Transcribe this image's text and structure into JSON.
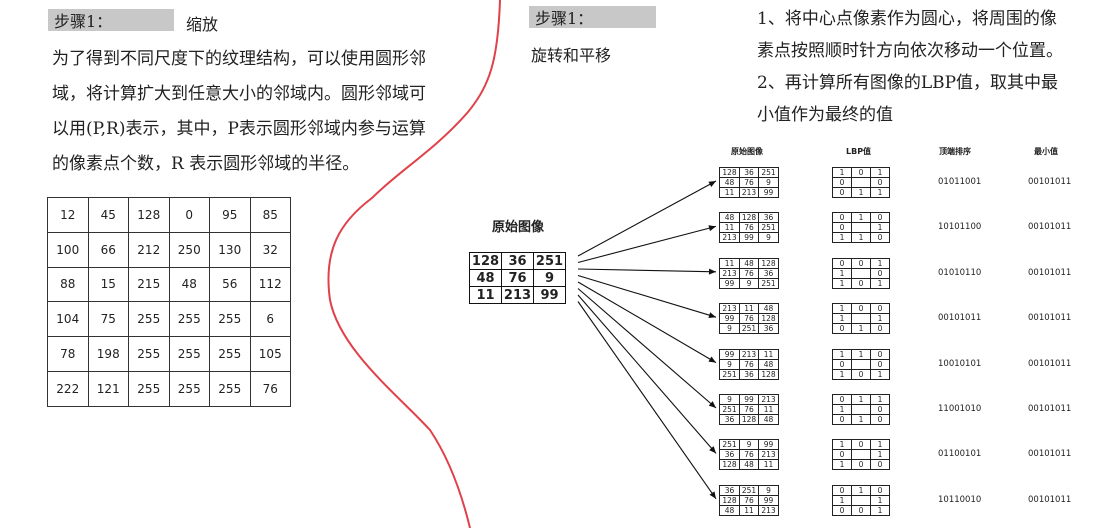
{
  "left": {
    "step_label": "步骤1：",
    "step_title": "缩放",
    "paragraph_lines": [
      "为了得到不同尺度下的纹理结构，可以使用圆形邻",
      "域，将计算扩大到任意大小的邻域内。圆形邻域可",
      "以用(P,R)表示，其中，P表示圆形邻域内参与运算",
      "的像素点个数，R 表示圆形邻域的半径。"
    ],
    "grid": [
      [
        "12",
        "45",
        "128",
        "0",
        "95",
        "85"
      ],
      [
        "100",
        "66",
        "212",
        "250",
        "130",
        "32"
      ],
      [
        "88",
        "15",
        "215",
        "48",
        "56",
        "112"
      ],
      [
        "104",
        "75",
        "255",
        "255",
        "255",
        "6"
      ],
      [
        "78",
        "198",
        "255",
        "255",
        "255",
        "105"
      ],
      [
        "222",
        "121",
        "255",
        "255",
        "255",
        "76"
      ]
    ]
  },
  "right": {
    "step_label": "步骤1：",
    "step_title": "旋转和平移",
    "instructions": [
      "1、将中心点像素作为圆心，将周围的像",
      "素点按照顺时针方向依次移动一个位置。",
      "2、再计算所有图像的LBP值，取其中最",
      "小值作为最终的值"
    ]
  },
  "figure": {
    "source_title": "原始图像",
    "source": [
      [
        "128",
        "36",
        "251"
      ],
      [
        "48",
        "76",
        "9"
      ],
      [
        "11",
        "213",
        "99"
      ]
    ],
    "headers": [
      "原始图像",
      "LBP值",
      "顶端排序",
      "最小值"
    ],
    "rows": [
      {
        "m": [
          [
            "128",
            "36",
            "251"
          ],
          [
            "48",
            "76",
            "9"
          ],
          [
            "11",
            "213",
            "99"
          ]
        ],
        "b": [
          [
            "1",
            "0",
            "1"
          ],
          [
            "0",
            "",
            "0"
          ],
          [
            "0",
            "1",
            "1"
          ]
        ],
        "code": "01011001",
        "min": "00101011"
      },
      {
        "m": [
          [
            "48",
            "128",
            "36"
          ],
          [
            "11",
            "76",
            "251"
          ],
          [
            "213",
            "99",
            "9"
          ]
        ],
        "b": [
          [
            "0",
            "1",
            "0"
          ],
          [
            "0",
            "",
            "1"
          ],
          [
            "1",
            "1",
            "0"
          ]
        ],
        "code": "10101100",
        "min": "00101011"
      },
      {
        "m": [
          [
            "11",
            "48",
            "128"
          ],
          [
            "213",
            "76",
            "36"
          ],
          [
            "99",
            "9",
            "251"
          ]
        ],
        "b": [
          [
            "0",
            "0",
            "1"
          ],
          [
            "1",
            "",
            "0"
          ],
          [
            "1",
            "0",
            "1"
          ]
        ],
        "code": "01010110",
        "min": "00101011"
      },
      {
        "m": [
          [
            "213",
            "11",
            "48"
          ],
          [
            "99",
            "76",
            "128"
          ],
          [
            "9",
            "251",
            "36"
          ]
        ],
        "b": [
          [
            "1",
            "0",
            "0"
          ],
          [
            "1",
            "",
            "1"
          ],
          [
            "0",
            "1",
            "0"
          ]
        ],
        "code": "00101011",
        "min": "00101011"
      },
      {
        "m": [
          [
            "99",
            "213",
            "11"
          ],
          [
            "9",
            "76",
            "48"
          ],
          [
            "251",
            "36",
            "128"
          ]
        ],
        "b": [
          [
            "1",
            "1",
            "0"
          ],
          [
            "0",
            "",
            "0"
          ],
          [
            "1",
            "0",
            "1"
          ]
        ],
        "code": "10010101",
        "min": "00101011"
      },
      {
        "m": [
          [
            "9",
            "99",
            "213"
          ],
          [
            "251",
            "76",
            "11"
          ],
          [
            "36",
            "128",
            "48"
          ]
        ],
        "b": [
          [
            "0",
            "1",
            "1"
          ],
          [
            "1",
            "",
            "0"
          ],
          [
            "0",
            "1",
            "0"
          ]
        ],
        "code": "11001010",
        "min": "00101011"
      },
      {
        "m": [
          [
            "251",
            "9",
            "99"
          ],
          [
            "36",
            "76",
            "213"
          ],
          [
            "128",
            "48",
            "11"
          ]
        ],
        "b": [
          [
            "1",
            "0",
            "1"
          ],
          [
            "0",
            "",
            "1"
          ],
          [
            "1",
            "0",
            "0"
          ]
        ],
        "code": "01100101",
        "min": "00101011"
      },
      {
        "m": [
          [
            "36",
            "251",
            "9"
          ],
          [
            "128",
            "76",
            "99"
          ],
          [
            "48",
            "11",
            "213"
          ]
        ],
        "b": [
          [
            "0",
            "1",
            "0"
          ],
          [
            "1",
            "",
            "1"
          ],
          [
            "0",
            "0",
            "1"
          ]
        ],
        "code": "10110010",
        "min": "00101011"
      }
    ]
  },
  "colors": {
    "divider": "#e0414a",
    "label_bg": "#c8c8c8"
  }
}
